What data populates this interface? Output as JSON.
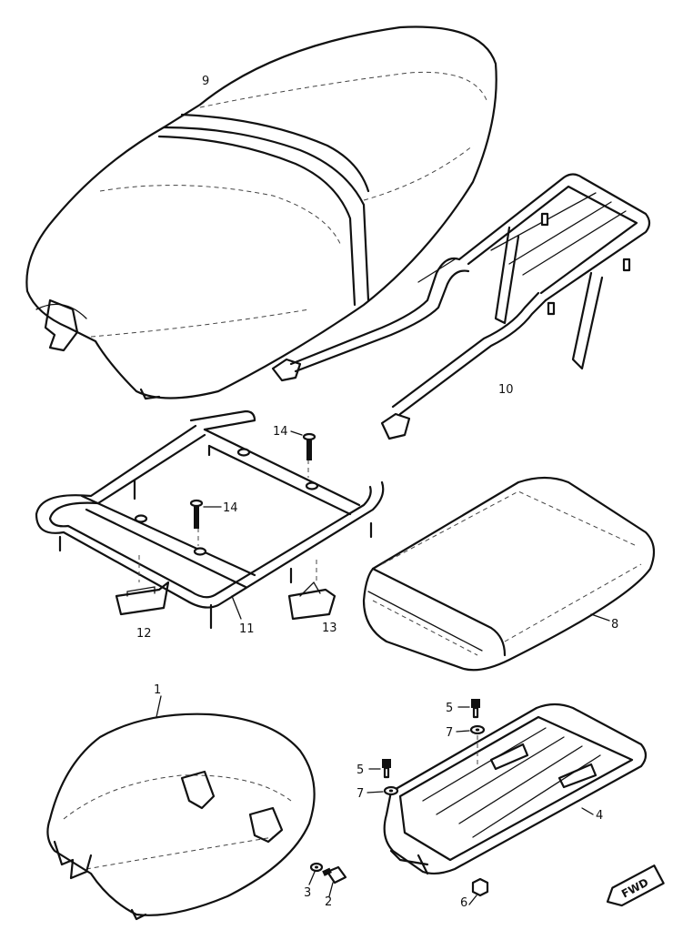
{
  "callouts": {
    "c1": "1",
    "c2": "2",
    "c3": "3",
    "c4": "4",
    "c5a": "5",
    "c5b": "5",
    "c6": "6",
    "c7a": "7",
    "c7b": "7",
    "c8": "8",
    "c9": "9",
    "c10": "10",
    "c11": "11",
    "c12": "12",
    "c13": "13",
    "c14a": "14",
    "c14b": "14"
  },
  "direction": {
    "label": "FWD",
    "icon": "forward-arrow-icon"
  }
}
